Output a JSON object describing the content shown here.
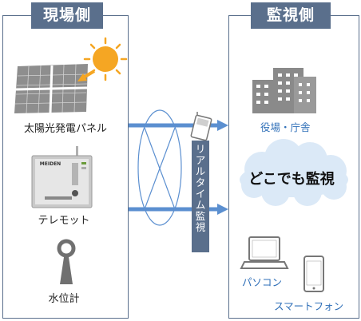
{
  "site": {
    "header": "現場側",
    "solar_label": "太陽光発電パネル",
    "telemeter_label": "テレモット",
    "telemeter_brand": "MEIDEN",
    "water_label": "水位計"
  },
  "monitor": {
    "header": "監視側",
    "office_label": "役場・庁舎",
    "cloud_text": "どこでも監視",
    "pc_label": "パソコン",
    "phone_label": "スマートフォン"
  },
  "link": {
    "banner": "リアルタイム監視"
  },
  "colors": {
    "panel_border": "#5a6f8c",
    "header_bg": "#5a6f8c",
    "arrow": "#5b8fd0",
    "blue_text": "#2f6fb8",
    "cloud": "#dbe9f7",
    "sun": "#f5a623"
  }
}
